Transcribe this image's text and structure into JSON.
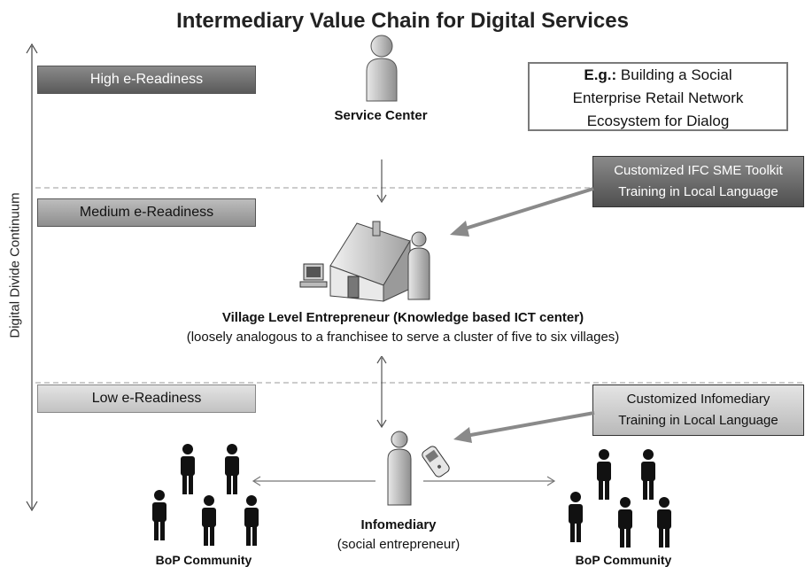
{
  "title": "Intermediary Value Chain for Digital Services",
  "axis_label": "Digital Divide Continuum",
  "levels": {
    "high": "High e-Readiness",
    "medium": "Medium e-Readiness",
    "low": "Low e-Readiness"
  },
  "example": {
    "prefix": "E.g.:",
    "line1": " Building a Social",
    "line2": "Enterprise Retail Network",
    "line3": "Ecosystem for Dialog"
  },
  "callouts": {
    "sme_line1": "Customized IFC SME Toolkit",
    "sme_line2": "Training in Local Language",
    "info_line1": "Customized Infomediary",
    "info_line2": "Training in Local Language"
  },
  "nodes": {
    "service_center": "Service Center",
    "vle_title": "Village Level Entrepreneur (Knowledge based ICT center)",
    "vle_subtitle": "(loosely analogous to a franchisee to serve a cluster of five to six villages)",
    "infomediary": "Infomediary",
    "infomediary_subtitle": "(social entrepreneur)",
    "bop_left": "BoP Community",
    "bop_right": "BoP Community"
  }
}
